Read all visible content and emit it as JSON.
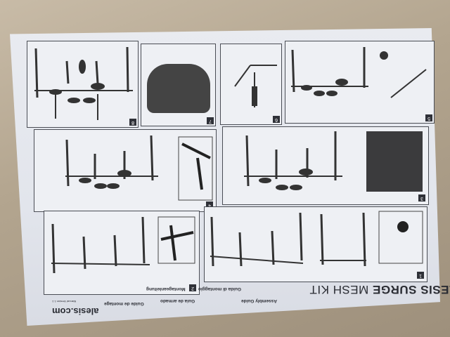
{
  "document": {
    "brand": "ALESIS",
    "model": "SURGE",
    "product": "MESH KIT",
    "guides": [
      "Assembly Guide",
      "Guida di montaggio",
      "Guía de armado",
      "Montageanleitung",
      "Guide de montage"
    ],
    "website": "alesis.com",
    "manual_version": "Manual Version 1.1"
  },
  "panels": [
    {
      "number": "1"
    },
    {
      "number": "2"
    },
    {
      "number": "3"
    },
    {
      "number": "4"
    },
    {
      "number": "5"
    },
    {
      "number": "6"
    },
    {
      "number": "7"
    },
    {
      "number": "8"
    }
  ],
  "colors": {
    "paper": "#e6e8ee",
    "ink": "#2f3138",
    "background": "#b9ab96"
  }
}
